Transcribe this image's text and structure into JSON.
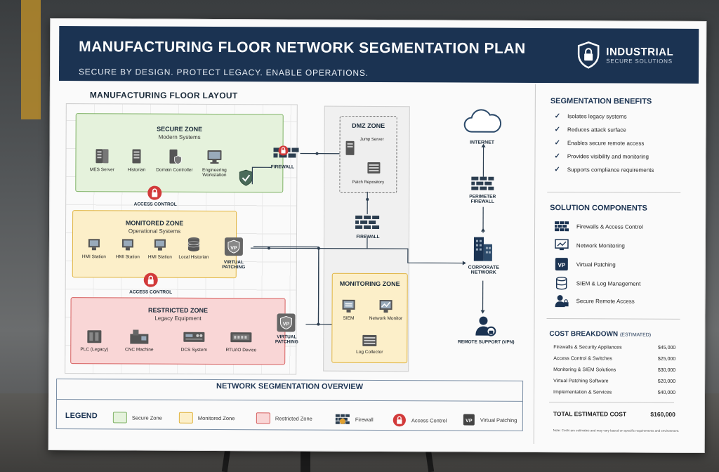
{
  "header": {
    "title": "MANUFACTURING FLOOR NETWORK SEGMENTATION PLAN",
    "subtitle": "SECURE BY DESIGN. PROTECT LEGACY. ENABLE OPERATIONS.",
    "brand_name": "INDUSTRIAL",
    "brand_sub": "SECURE SOLUTIONS"
  },
  "layout_title": "MANUFACTURING FLOOR LAYOUT",
  "zones": {
    "secure": {
      "title": "SECURE ZONE",
      "sub": "Modern Systems",
      "devices": [
        "MES Server",
        "Historian",
        "Domain Controller",
        "Engineering Workstation"
      ]
    },
    "monitored": {
      "title": "MONITORED ZONE",
      "sub": "Operational Systems",
      "devices": [
        "HMI Station",
        "HMI Station",
        "HMI Station",
        "Local Historian"
      ]
    },
    "restricted": {
      "title": "RESTRICTED ZONE",
      "sub": "Legacy Equipment",
      "devices": [
        "PLC (Legacy)",
        "CNC Machine",
        "DCS System",
        "RTU/IO Device"
      ]
    },
    "dmz": {
      "title": "DMZ ZONE",
      "devices": [
        "Jump Server",
        "Patch Repository"
      ]
    },
    "monitoring": {
      "title": "MONITORING ZONE",
      "devices": [
        "SIEM",
        "Network Monitor",
        "Log Collector"
      ]
    }
  },
  "labels": {
    "firewall": "FIREWALL",
    "access_control": "ACCESS CONTROL",
    "virtual_patching": "VIRTUAL PATCHING",
    "internet": "INTERNET",
    "perimeter_firewall": "PERIMETER FIREWALL",
    "corporate_network": "CORPORATE NETWORK",
    "remote_support": "REMOTE SUPPORT (VPN)"
  },
  "benefits": {
    "title": "SEGMENTATION BENEFITS",
    "items": [
      "Isolates legacy systems",
      "Reduces attack surface",
      "Enables secure remote access",
      "Provides visibility and monitoring",
      "Supports compliance requirements"
    ]
  },
  "components": {
    "title": "SOLUTION COMPONENTS",
    "items": [
      {
        "label": "Firewalls & Access Control",
        "icon": "firewall-icon"
      },
      {
        "label": "Network Monitoring",
        "icon": "monitor-icon"
      },
      {
        "label": "Virtual Patching",
        "icon": "vp-icon"
      },
      {
        "label": "SIEM & Log Management",
        "icon": "database-icon"
      },
      {
        "label": "Secure Remote Access",
        "icon": "user-lock-icon"
      }
    ]
  },
  "cost": {
    "title": "COST BREAKDOWN",
    "title_note": "(ESTIMATED)",
    "rows": [
      {
        "label": "Firewalls & Security Appliances",
        "value": "$45,000"
      },
      {
        "label": "Access Control & Switches",
        "value": "$25,000"
      },
      {
        "label": "Monitoring & SIEM Solutions",
        "value": "$30,000"
      },
      {
        "label": "Virtual Patching Software",
        "value": "$20,000"
      },
      {
        "label": "Implementation & Services",
        "value": "$40,000"
      }
    ],
    "total_label": "TOTAL ESTIMATED COST",
    "total_value": "$160,000",
    "note": "Note: Costs are estimates and may vary based on specific requirements and environment."
  },
  "legend": {
    "title": "NETWORK SEGMENTATION OVERVIEW",
    "label": "LEGEND",
    "items": [
      "Secure Zone",
      "Monitored Zone",
      "Restricted Zone",
      "Firewall",
      "Access Control",
      "Virtual Patching"
    ],
    "vp_badge": "VP"
  },
  "colors": {
    "header": "#1b3352",
    "secure": "#7fb266",
    "monitored": "#e0b441",
    "restricted": "#d65f5f",
    "access_red": "#d23a3a"
  }
}
